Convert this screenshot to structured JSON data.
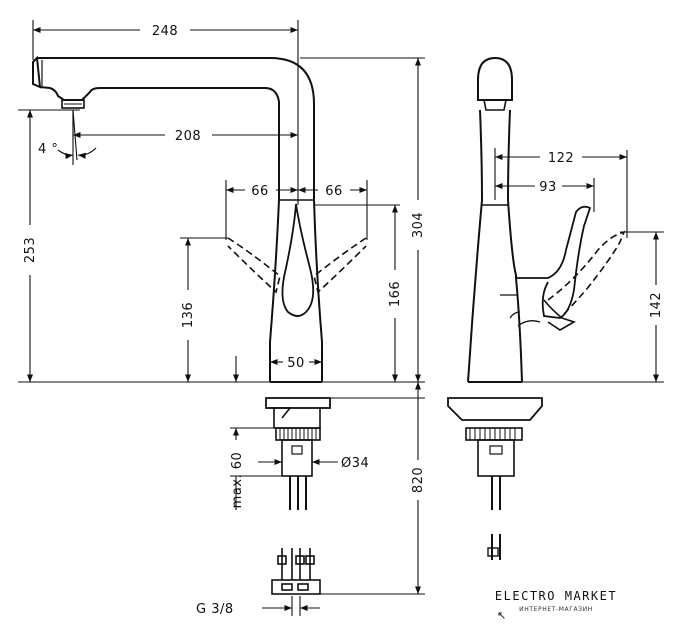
{
  "figure": {
    "front_view": {
      "width_total": "248",
      "reach": "208",
      "spout_angle": "4 °",
      "outlet_height": "253",
      "lever_swing_left": "66",
      "lever_swing_right": "66",
      "lever_height_low": "136",
      "lever_height_high": "166",
      "base_diameter": "50",
      "total_height": "304",
      "shank_length": "max. 60",
      "shank_diameter": "Ø34",
      "hose_length": "820",
      "thread": "G 3/8"
    },
    "side_view": {
      "reach_lever_max": "122",
      "reach_lever": "93",
      "lever_height": "142"
    }
  },
  "logo": {
    "title": "ELECTRO MARKET",
    "subtitle": "ИНТЕРНЕТ-МАГАЗИН",
    "cursor_icon": "cursor-arrow-icon"
  }
}
